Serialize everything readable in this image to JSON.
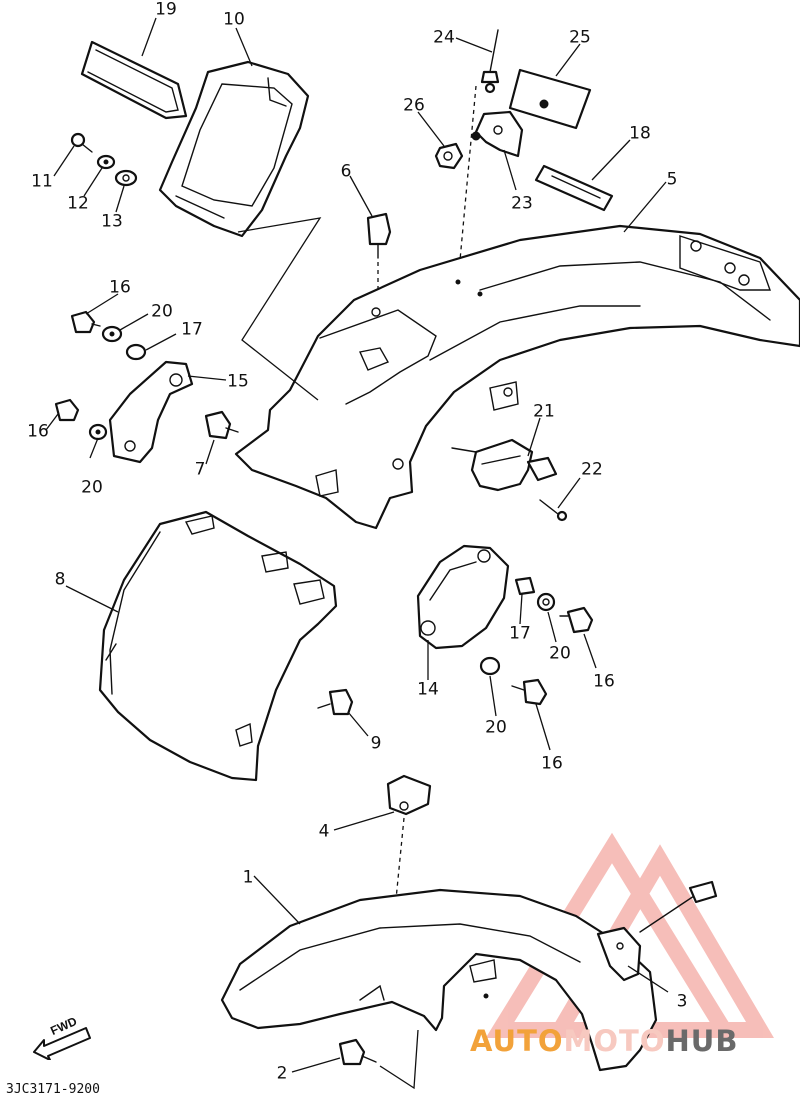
{
  "diagram_code": "3JC3171-9200",
  "fwd_label": "FWD",
  "watermark": {
    "part1": "AUTO",
    "part2": "MOTO",
    "part3": "HUB"
  },
  "callouts": [
    {
      "id": "1",
      "text": "1"
    },
    {
      "id": "2",
      "text": "2"
    },
    {
      "id": "3",
      "text": "3"
    },
    {
      "id": "4",
      "text": "4"
    },
    {
      "id": "5",
      "text": "5"
    },
    {
      "id": "6",
      "text": "6"
    },
    {
      "id": "7",
      "text": "7"
    },
    {
      "id": "8",
      "text": "8"
    },
    {
      "id": "9",
      "text": "9"
    },
    {
      "id": "10",
      "text": "10"
    },
    {
      "id": "11",
      "text": "11"
    },
    {
      "id": "12",
      "text": "12"
    },
    {
      "id": "13",
      "text": "13"
    },
    {
      "id": "14",
      "text": "14"
    },
    {
      "id": "15",
      "text": "15"
    },
    {
      "id": "16a",
      "text": "16"
    },
    {
      "id": "16b",
      "text": "16"
    },
    {
      "id": "16c",
      "text": "16"
    },
    {
      "id": "16d",
      "text": "16"
    },
    {
      "id": "17a",
      "text": "17"
    },
    {
      "id": "17b",
      "text": "17"
    },
    {
      "id": "18",
      "text": "18"
    },
    {
      "id": "19",
      "text": "19"
    },
    {
      "id": "20a",
      "text": "20"
    },
    {
      "id": "20b",
      "text": "20"
    },
    {
      "id": "20c",
      "text": "20"
    },
    {
      "id": "20d",
      "text": "20"
    },
    {
      "id": "21",
      "text": "21"
    },
    {
      "id": "22",
      "text": "22"
    },
    {
      "id": "23",
      "text": "23"
    },
    {
      "id": "24",
      "text": "24"
    },
    {
      "id": "25",
      "text": "25"
    },
    {
      "id": "26",
      "text": "26"
    }
  ],
  "colors": {
    "line": "#111111",
    "watermark_orange": "#f2a23a",
    "watermark_red": "#f08a80",
    "watermark_gray": "#6a6a6a"
  }
}
